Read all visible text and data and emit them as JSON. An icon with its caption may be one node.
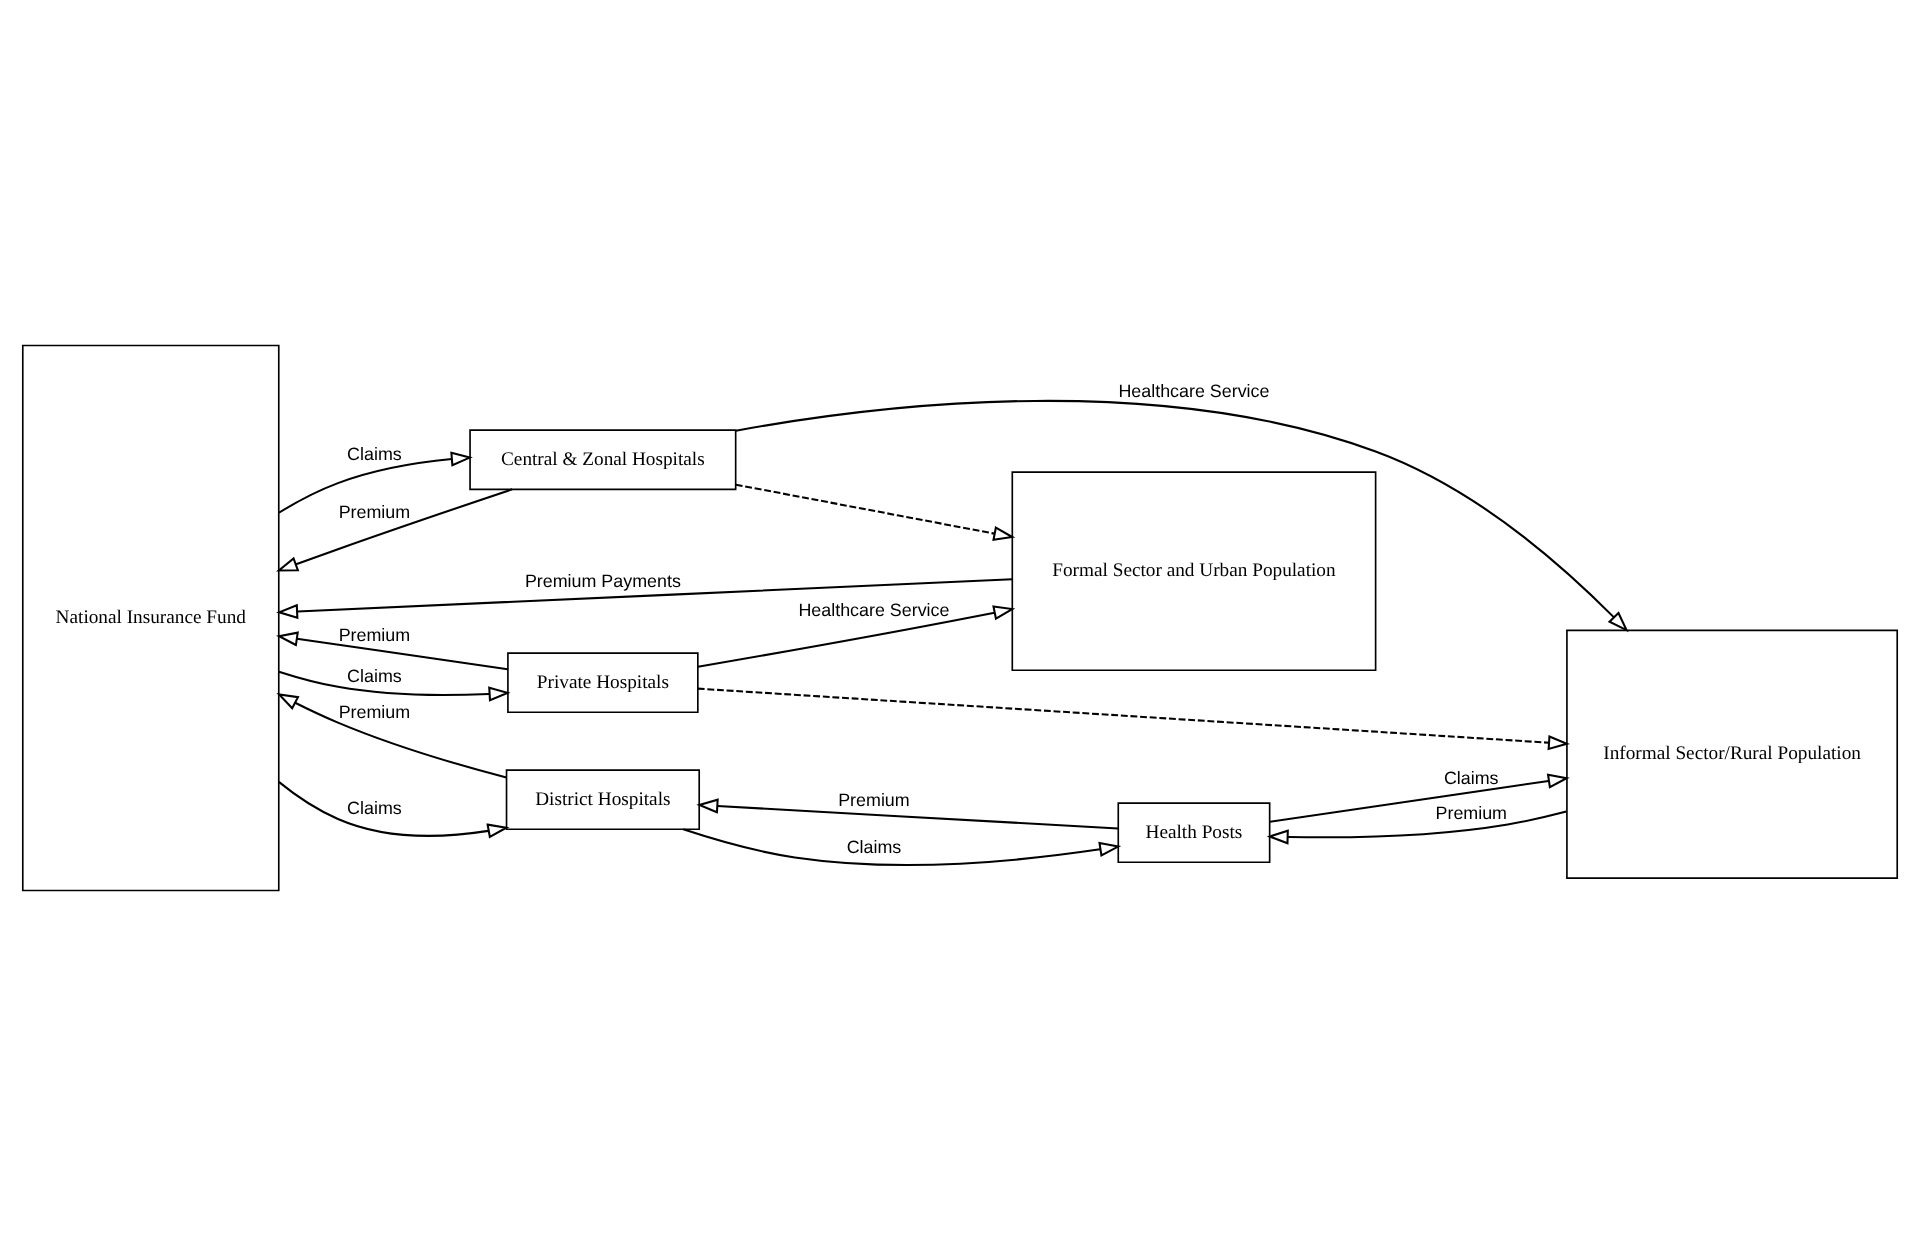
{
  "diagram": {
    "nodes": [
      {
        "text": [
          "National Insurance Fund"
        ]
      },
      {
        "text": [
          "District Hospitals"
        ]
      },
      {
        "text": [
          "Central & Zonal Hospitals"
        ]
      },
      {
        "text": [
          "Private Hospitals"
        ]
      },
      {
        "text": [
          "Health Posts"
        ]
      },
      {
        "text": [
          "Informal Sector/Rural Population"
        ]
      },
      {
        "text": [
          "Formal Sector and Urban Population"
        ]
      }
    ],
    "edges": [
      {
        "from": 0,
        "to": 1,
        "arrow": "to",
        "label": "Claims"
      },
      {
        "from": 1,
        "to": 0,
        "arrow": "to",
        "label": "Premium"
      },
      {
        "from": 0,
        "to": 2,
        "arrow": "to",
        "label": "Claims"
      },
      {
        "from": 2,
        "to": 0,
        "arrow": "to",
        "label": "Premium"
      },
      {
        "from": 0,
        "to": 3,
        "arrow": "to",
        "label": "Claims"
      },
      {
        "from": 3,
        "to": 0,
        "arrow": "to",
        "label": "Premium"
      },
      {
        "from": 1,
        "to": 4,
        "arrow": "to",
        "label": "Claims"
      },
      {
        "from": 4,
        "to": 1,
        "arrow": "to",
        "label": "Premium"
      },
      {
        "from": 4,
        "to": 5,
        "arrow": "to",
        "label": "Claims"
      },
      {
        "from": 5,
        "to": 4,
        "arrow": "to",
        "label": "Premium"
      },
      {
        "from": 2,
        "to": 5,
        "arrow": "to",
        "label": "Healthcare Service"
      },
      {
        "from": 2,
        "to": 6,
        "arrow": "to",
        "style": "dashed"
      },
      {
        "from": 3,
        "to": 5,
        "arrow": "to",
        "style": "dashed"
      },
      {
        "from": 3,
        "to": 6,
        "arrow": "to",
        "label": "Healthcare Service"
      },
      {
        "from": 6,
        "to": 0,
        "arrow": "to",
        "label": "Premium Payments"
      }
    ]
  }
}
